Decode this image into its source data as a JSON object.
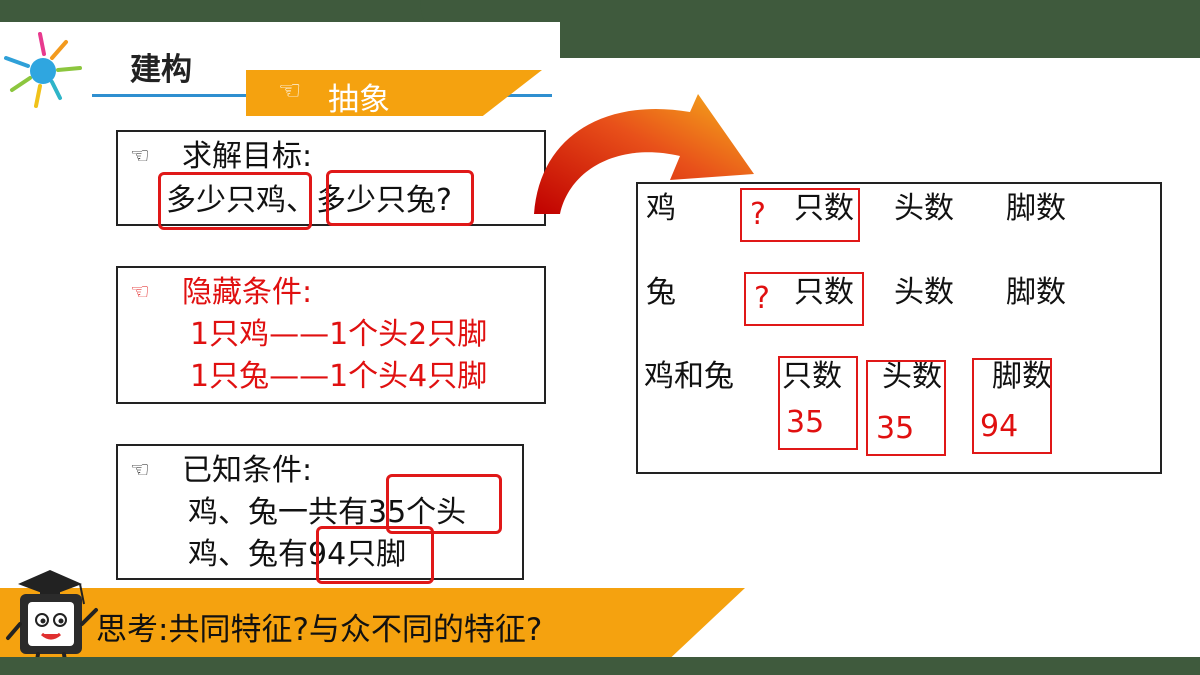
{
  "slide": {
    "title": "建构",
    "banner": {
      "icon": "☜",
      "text": "抽象"
    },
    "goal": {
      "icon": "☜",
      "label": "求解目标:",
      "text": "多少只鸡、多少只兔?"
    },
    "hidden": {
      "icon": "☜",
      "label": "隐藏条件:",
      "line1": "1只鸡——1个头2只脚",
      "line2": "1只兔——1个头4只脚"
    },
    "known": {
      "icon": "☜",
      "label": "已知条件:",
      "line1": "鸡、兔一共有35个头",
      "line2": "鸡、兔有94只脚"
    },
    "table": {
      "rows": [
        {
          "name": "鸡",
          "mark": "?",
          "c1": "只数",
          "c2": "头数",
          "c3": "脚数"
        },
        {
          "name": "兔",
          "mark": "?",
          "c1": "只数",
          "c2": "头数",
          "c3": "脚数"
        },
        {
          "name": "鸡和兔",
          "c1": "只数",
          "c2": "头数",
          "c3": "脚数",
          "v1": "35",
          "v2": "35",
          "v3": "94"
        }
      ]
    },
    "think": "思考:共同特征?与众不同的特征?"
  }
}
